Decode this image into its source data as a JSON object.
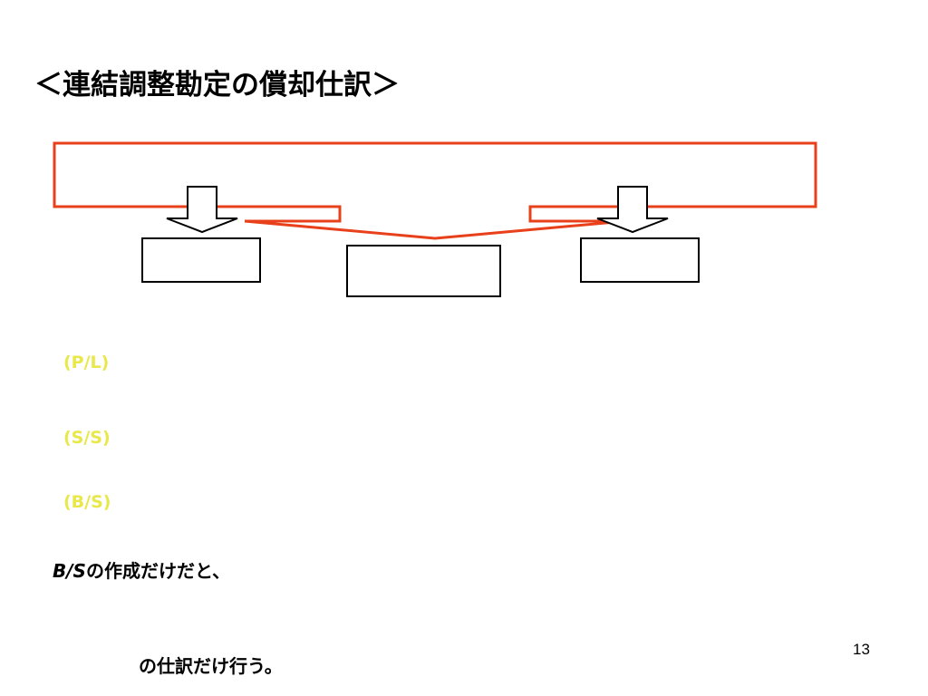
{
  "slide": {
    "title": "＜連結調整勘定の償却仕訳＞",
    "labels": {
      "pl": "(P/L)",
      "ss": "(S/S)",
      "bs": "(B/S)"
    },
    "note_line1_prefix": "B/S",
    "note_line1_suffix": "の作成だけだと、",
    "note_line2": "の仕訳だけ行う。",
    "page_number": "13"
  },
  "colors": {
    "accent_border": "#e8401a",
    "label_yellow": "#e8e84a"
  }
}
